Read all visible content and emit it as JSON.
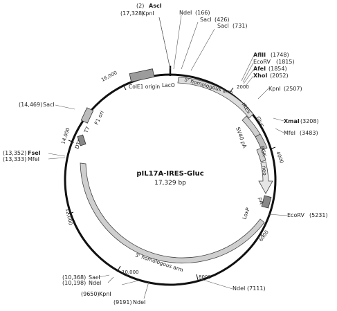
{
  "plasmid": {
    "name": "pIL17A-IRES-Gluc",
    "size": "17,329 bp"
  },
  "sites": [
    {
      "id": "ascI",
      "label": "AscI",
      "pos": "(2)",
      "bold": true
    },
    {
      "id": "kpnI-top",
      "label": "KpnI",
      "pos": "(17,328)",
      "bold": false
    },
    {
      "id": "ndeI-166",
      "label": "NdeI",
      "pos": "(166)",
      "bold": false
    },
    {
      "id": "sacI-426",
      "label": "SacI",
      "pos": "(426)",
      "bold": false
    },
    {
      "id": "sacI-731",
      "label": "SacI",
      "pos": "(731)",
      "bold": false
    },
    {
      "id": "aflII",
      "label": "AflII",
      "pos": "(1748)",
      "bold": true
    },
    {
      "id": "ecoRV-1815",
      "label": "EcoRV",
      "pos": "(1815)",
      "bold": false
    },
    {
      "id": "afeI",
      "label": "AfeI",
      "pos": "(1854)",
      "bold": true
    },
    {
      "id": "xhoI",
      "label": "XhoI",
      "pos": "(2052)",
      "bold": true
    },
    {
      "id": "kpnI-2507",
      "label": "KpnI",
      "pos": "(2507)",
      "bold": false
    },
    {
      "id": "xmaI",
      "label": "XmaI",
      "pos": "(3208)",
      "bold": true
    },
    {
      "id": "mfeI-3483",
      "label": "MfeI",
      "pos": "(3483)",
      "bold": false
    },
    {
      "id": "ecoRV-5231",
      "label": "EcoRV",
      "pos": "(5231)",
      "bold": false
    },
    {
      "id": "ndeI-7111",
      "label": "NdeI",
      "pos": "(7111)",
      "bold": false
    },
    {
      "id": "ndeI-9191",
      "label": "NdeI",
      "pos": "(9191)",
      "bold": false
    },
    {
      "id": "kpnI-9650",
      "label": "KpnI",
      "pos": "(9650)",
      "bold": false
    },
    {
      "id": "ndeI-10198",
      "label": "NdeI",
      "pos": "(10,198)",
      "bold": false
    },
    {
      "id": "sacI-10368",
      "label": "SacI",
      "pos": "(10,368)",
      "bold": false
    },
    {
      "id": "mfeI-13333",
      "label": "MfeI",
      "pos": "(13,333)",
      "bold": false
    },
    {
      "id": "fseI",
      "label": "FseI",
      "pos": "(13,352)",
      "bold": true
    },
    {
      "id": "sacI-14469",
      "label": "SacI",
      "pos": "(14,469)",
      "bold": false
    }
  ],
  "features": {
    "homology5": "5' homologous arm",
    "homology3": "3' homologous arm",
    "colE1": "ColE1 origin",
    "lacO": "LacO",
    "f1": "F1 ori",
    "t7": "T7",
    "dta": "DTA",
    "ires": "IRES",
    "gluc": "Gluc",
    "sv40": "SV40 pA",
    "pgk": "PGK",
    "neo": "neo",
    "pa": "pA",
    "loxp": "LoxP"
  },
  "ticks": [
    "2000",
    "4000",
    "6000",
    "8000",
    "10,000",
    "12,000",
    "14,000",
    "16,000"
  ]
}
